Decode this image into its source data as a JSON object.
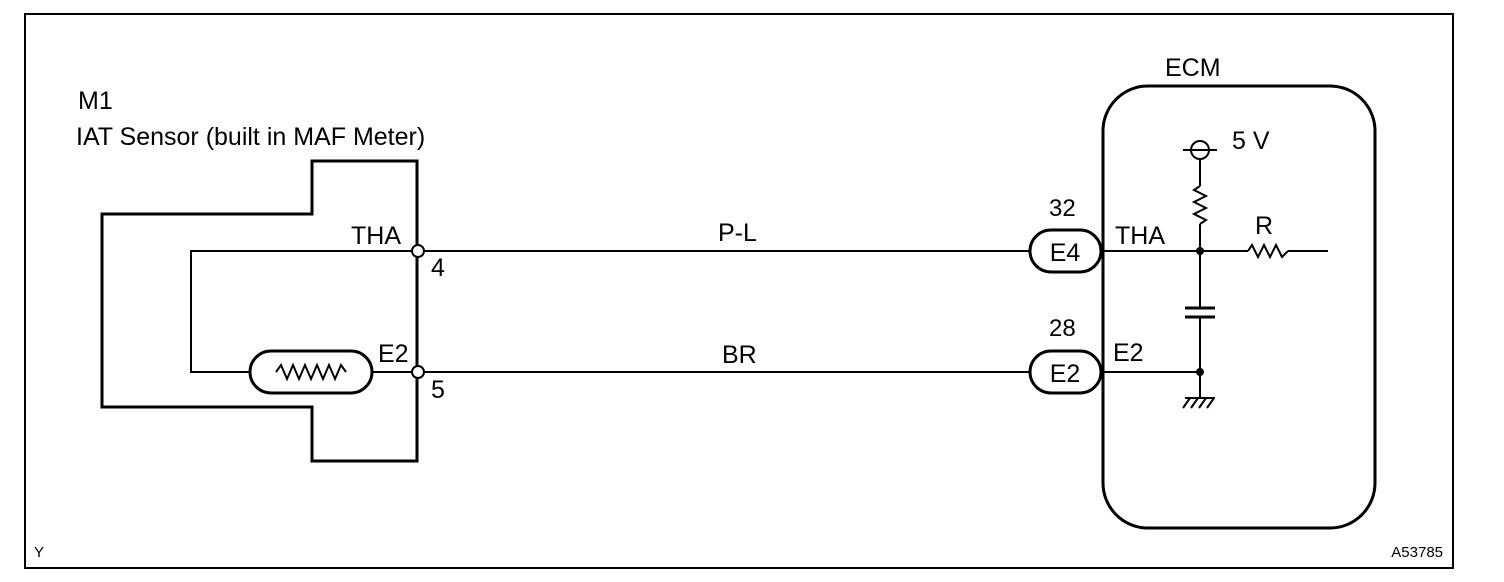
{
  "sensor": {
    "id": "M1",
    "name": "IAT Sensor (built in MAF Meter)",
    "pins": [
      {
        "signal": "THA",
        "number": "4"
      },
      {
        "signal": "E2",
        "number": "5"
      }
    ]
  },
  "wires": [
    {
      "color": "P-L"
    },
    {
      "color": "BR"
    }
  ],
  "ecm": {
    "title": "ECM",
    "supply": "5 V",
    "resistor_label": "R",
    "connectors": [
      {
        "pin": "32",
        "name": "E4",
        "signal": "THA"
      },
      {
        "pin": "28",
        "name": "E2",
        "signal": "E2"
      }
    ]
  },
  "footer": {
    "left_code": "Y",
    "figure_id": "A53785"
  }
}
